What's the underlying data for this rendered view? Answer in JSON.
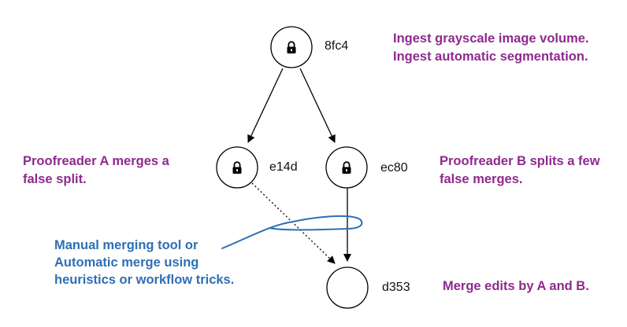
{
  "nodes": [
    {
      "id": "8fc4",
      "hash_label": "8fc4",
      "locked": true,
      "icon": "lock-icon"
    },
    {
      "id": "e14d",
      "hash_label": "e14d",
      "locked": true,
      "icon": "lock-icon"
    },
    {
      "id": "ec80",
      "hash_label": "ec80",
      "locked": true,
      "icon": "lock-icon"
    },
    {
      "id": "d353",
      "hash_label": "d353",
      "locked": false
    }
  ],
  "edges": [
    {
      "from": "8fc4",
      "to": "e14d",
      "style": "solid"
    },
    {
      "from": "8fc4",
      "to": "ec80",
      "style": "solid"
    },
    {
      "from": "e14d",
      "to": "d353",
      "style": "dotted"
    },
    {
      "from": "ec80",
      "to": "d353",
      "style": "solid"
    }
  ],
  "annotations": {
    "top_line1": "Ingest grayscale image volume.",
    "top_line2": "Ingest automatic segmentation.",
    "left_line1": "Proofreader A merges a",
    "left_line2": "false split.",
    "right_line1": "Proofreader B splits a few",
    "right_line2": "false merges.",
    "bottom_right": "Merge edits by A and B.",
    "blue_line1": "Manual merging tool or",
    "blue_line2": "Automatic merge using",
    "blue_line3": "heuristics or workflow tricks."
  },
  "colors": {
    "annotation_purple": "#8e2a8e",
    "handwritten_blue": "#2e6fb4",
    "node_stroke": "#000000"
  }
}
